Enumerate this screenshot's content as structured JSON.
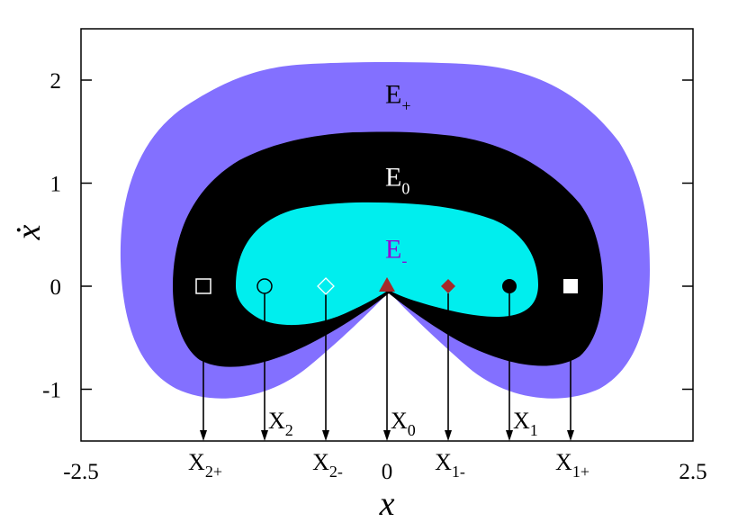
{
  "chart_data": {
    "type": "scatter",
    "title": "",
    "xlabel": "x",
    "ylabel": "ẋ",
    "xlim": [
      -2.5,
      2.5
    ],
    "ylim": [
      -1.5,
      2.5
    ],
    "x_ticks": [
      "-2.5",
      "0",
      "2.5"
    ],
    "y_ticks": [
      "-1",
      "0",
      "1",
      "2"
    ],
    "y_tick_values": [
      -1,
      0,
      1,
      2
    ],
    "regions": [
      {
        "id": "e-plus",
        "main": "E",
        "sub": "+",
        "color": "#8370ff",
        "label_pos": [
          0,
          1.88
        ]
      },
      {
        "id": "e-zero",
        "main": "E",
        "sub": "0",
        "color": "#000000",
        "label_color": "#ffffff",
        "label_pos": [
          0,
          1.08
        ]
      },
      {
        "id": "e-minus",
        "main": "E",
        "sub": "-",
        "color": "#00eeee",
        "label_color": "#9400d3",
        "label_pos": [
          0,
          0.38
        ]
      }
    ],
    "points": [
      {
        "id": "x2plus",
        "main": "X",
        "sub": "2+",
        "x": -1.5,
        "y": 0,
        "marker": "open-square",
        "label_anchor": "below",
        "color": "#ffffff"
      },
      {
        "id": "x2",
        "main": "X",
        "sub": "2",
        "x": -1.0,
        "y": 0,
        "marker": "open-circle",
        "label_anchor": "right",
        "color": "#000000"
      },
      {
        "id": "x2minus",
        "main": "X",
        "sub": "2-",
        "x": -0.5,
        "y": 0,
        "marker": "open-diamond",
        "label_anchor": "below",
        "color": "#ffffff"
      },
      {
        "id": "x0",
        "main": "X",
        "sub": "0",
        "x": 0.0,
        "y": 0,
        "marker": "filled-triangle",
        "label_anchor": "right",
        "color": "#a52a2a"
      },
      {
        "id": "x1minus",
        "main": "X",
        "sub": "1-",
        "x": 0.5,
        "y": 0,
        "marker": "filled-diamond",
        "label_anchor": "below",
        "color": "#a52a2a"
      },
      {
        "id": "x1",
        "main": "X",
        "sub": "1",
        "x": 1.0,
        "y": 0,
        "marker": "filled-circle",
        "label_anchor": "right",
        "color": "#000000"
      },
      {
        "id": "x1plus",
        "main": "X",
        "sub": "1+",
        "x": 1.5,
        "y": 0,
        "marker": "filled-square",
        "label_anchor": "below",
        "color": "#ffffff"
      }
    ]
  }
}
